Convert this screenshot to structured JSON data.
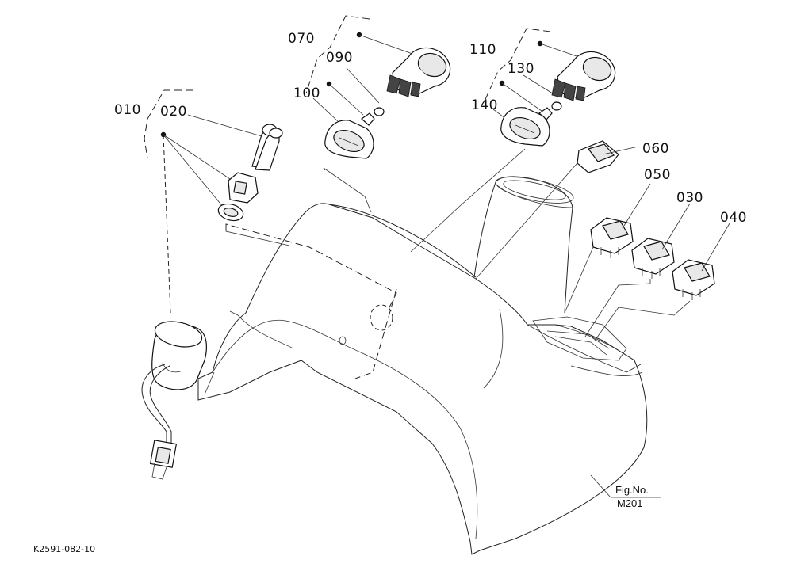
{
  "labels": {
    "p010": "010",
    "p020": "020",
    "p030": "030",
    "p040": "040",
    "p050": "050",
    "p060": "060",
    "p070": "070",
    "p090": "090",
    "p100": "100",
    "p110": "110",
    "p130": "130",
    "p140": "140"
  },
  "figure": {
    "fig_label": "Fig.No.",
    "fig_number": "M201"
  },
  "drawing_code": "K2591-082-10"
}
